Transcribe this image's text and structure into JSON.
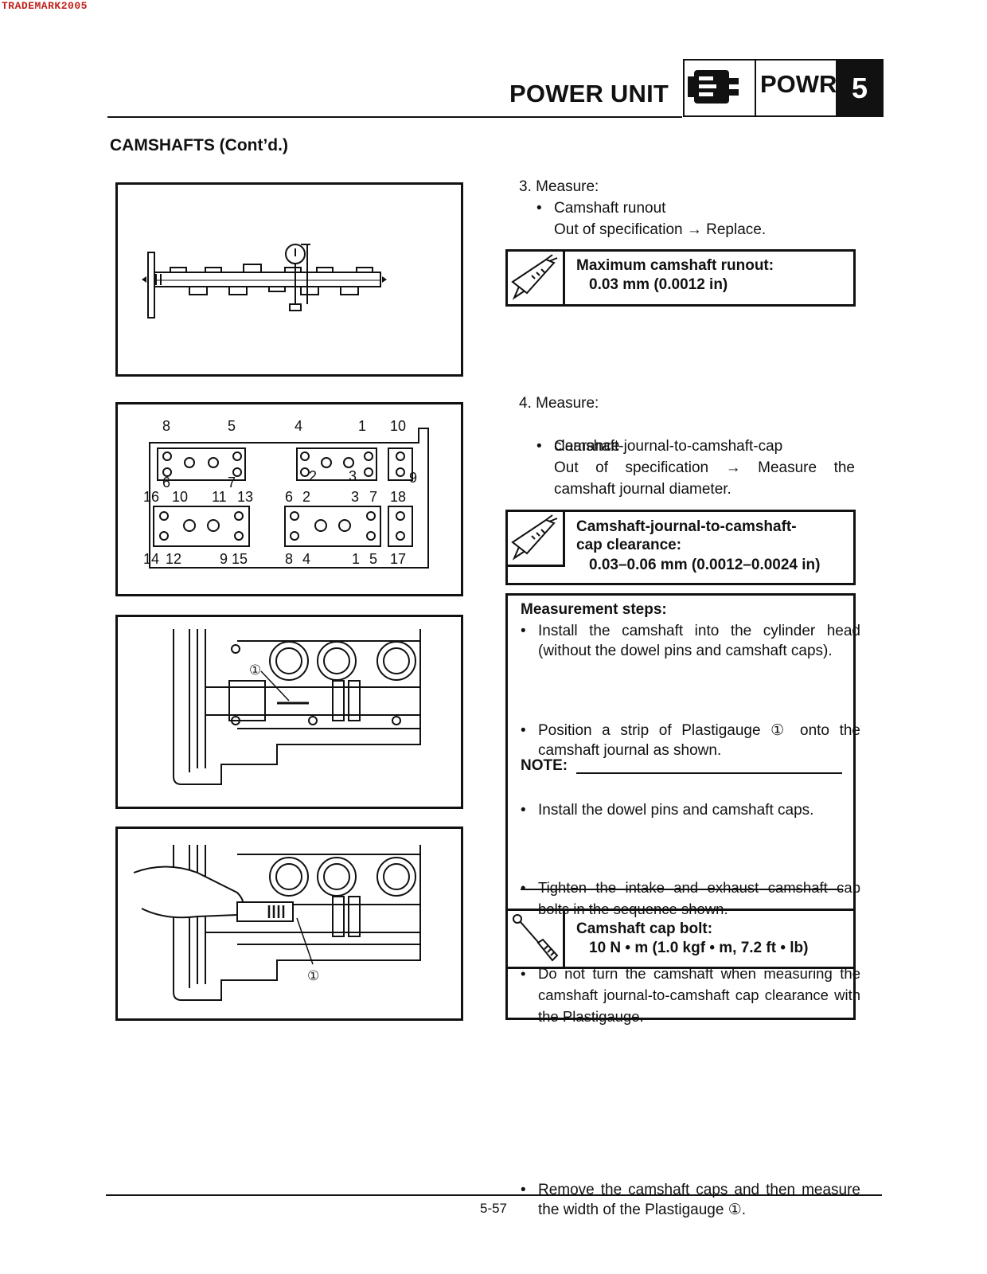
{
  "watermark": "TRADEMARK2005",
  "header": {
    "title": "POWER UNIT",
    "section_code": "POWR",
    "chapter_number": "5",
    "icon": "engine-icon"
  },
  "section_title": "CAMSHAFTS (Cont’d.)",
  "step3": {
    "heading": "3. Measure:",
    "item": "Camshaft runout",
    "action": "Out of specification → Replace.",
    "spec_label": "Maximum camshaft runout:",
    "spec_value": "0.03 mm (0.0012 in)",
    "spec_icon": "caliper-icon"
  },
  "step4": {
    "heading": "4. Measure:",
    "item_line1": "Camshaft-journal-to-camshaft-cap",
    "item_line2": "clearance",
    "action_line1": "Out of specification → Measure the",
    "action_line2": "camshaft journal diameter.",
    "spec_label_line1": "Camshaft-journal-to-camshaft-",
    "spec_label_line2": "cap clearance:",
    "spec_value": "0.03–0.06 mm (0.0012–0.0024 in)",
    "spec_icon": "caliper-icon"
  },
  "measurement": {
    "title": "Measurement steps:",
    "steps": [
      "Install the camshaft into the cylinder head (without the dowel pins and camshaft caps).",
      "Position a strip of Plastigauge ① onto the camshaft journal as shown.",
      "Install the dowel pins and camshaft caps."
    ],
    "note_label": "NOTE:",
    "notes": [
      "Tighten the intake and exhaust camshaft cap bolts in the sequence shown.",
      "Do not turn the camshaft when measuring the camshaft journal-to-camshaft cap clearance with the Plastigauge."
    ],
    "torque_label": "Camshaft cap bolt:",
    "torque_value": "10 N • m (1.0 kgf • m, 7.2 ft • lb)",
    "torque_icon": "torque-wrench-icon",
    "final_step": "Remove the camshaft caps and then measure the width of the Plastigauge ①."
  },
  "figures": {
    "fig2_labels": {
      "top": [
        "8",
        "5",
        "4",
        "1",
        "10"
      ],
      "mid": [
        "6",
        "7",
        "2",
        "3",
        "9"
      ],
      "row2": [
        "16",
        "10",
        "11",
        "13",
        "6",
        "2",
        "3",
        "7",
        "18"
      ],
      "bottom": [
        "14",
        "12",
        "9",
        "15",
        "8",
        "4",
        "1",
        "5",
        "17"
      ]
    },
    "callout": "①"
  },
  "footer": {
    "page": "5-57"
  }
}
